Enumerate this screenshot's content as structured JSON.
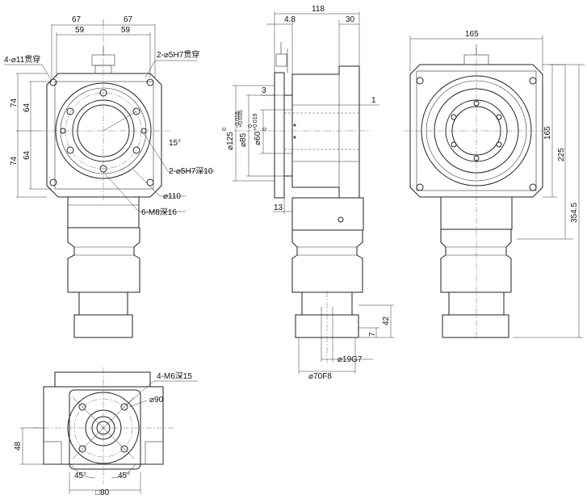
{
  "front_view": {
    "dim_top_left_outer": "67",
    "dim_top_right_outer": "67",
    "dim_top_left_inner": "59",
    "dim_top_right_inner": "59",
    "dim_left_upper_outer": "74",
    "dim_left_upper_inner": "64",
    "dim_left_lower_outer": "74",
    "dim_left_lower_inner": "64",
    "callout_through_holes": "4-⌀11贯穿",
    "callout_pin_through": "2-⌀5H7贯穿",
    "callout_angle": "15°",
    "callout_pin_depth": "2-⌀5H7深10",
    "callout_pcd": "⌀110",
    "callout_tapped_holes": "6-M8深16"
  },
  "side_view": {
    "dim_overall": "118",
    "dim_offset": "4.8",
    "dim_flange": "30",
    "dim_step": "3",
    "dim_gap": "1",
    "dim_pilot_dia": "⌀125",
    "dim_pilot_tol_upper": "0",
    "dim_pilot_tol_lower": "-0.018",
    "dim_boss_dia": "⌀85",
    "dim_boss_tol_upper": "+0.035",
    "dim_boss_tol_lower": "0",
    "dim_shaft_dia": "⌀60",
    "dim_shaft_tol_upper": "+0.019",
    "dim_shaft_tol_lower": "0",
    "dim_bottom_step": "13",
    "dim_input_len": "42",
    "dim_key": "7",
    "dim_input_bore": "⌀19G7",
    "dim_input_pilot": "⌀70F8"
  },
  "back_view": {
    "dim_width": "165",
    "dim_height": "165",
    "dim_center_height": "225",
    "dim_total_height": "354.5"
  },
  "bottom_view": {
    "callout_tapped": "4-M6深15",
    "callout_pcd": "⌀90",
    "dim_height": "48",
    "dim_angle_left": "45°",
    "dim_angle_right": "45°",
    "dim_square": "□80"
  }
}
